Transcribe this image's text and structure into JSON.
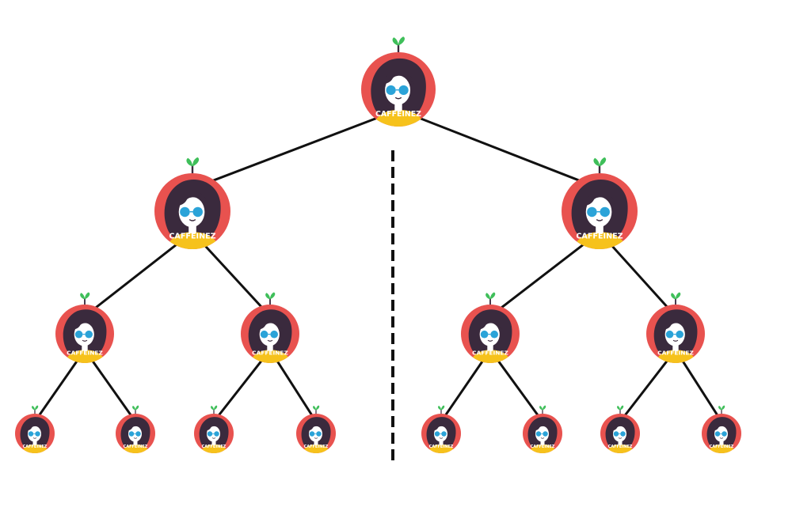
{
  "diagram": {
    "type": "binary-tree",
    "levels": 4,
    "split_line": "dashed",
    "avatar_caption": "CAFFEINEZ",
    "colors": {
      "background": "#ffffff",
      "edge": "#111111",
      "avatar_ring": "#e8524f",
      "hair": "#3a2a3d",
      "skin": "#ffffff",
      "glasses": "#2ba3d8",
      "shirt": "#f6c21c",
      "sprout": "#3fbf5a"
    },
    "icons": {
      "node": "girl-avatar-icon"
    }
  }
}
